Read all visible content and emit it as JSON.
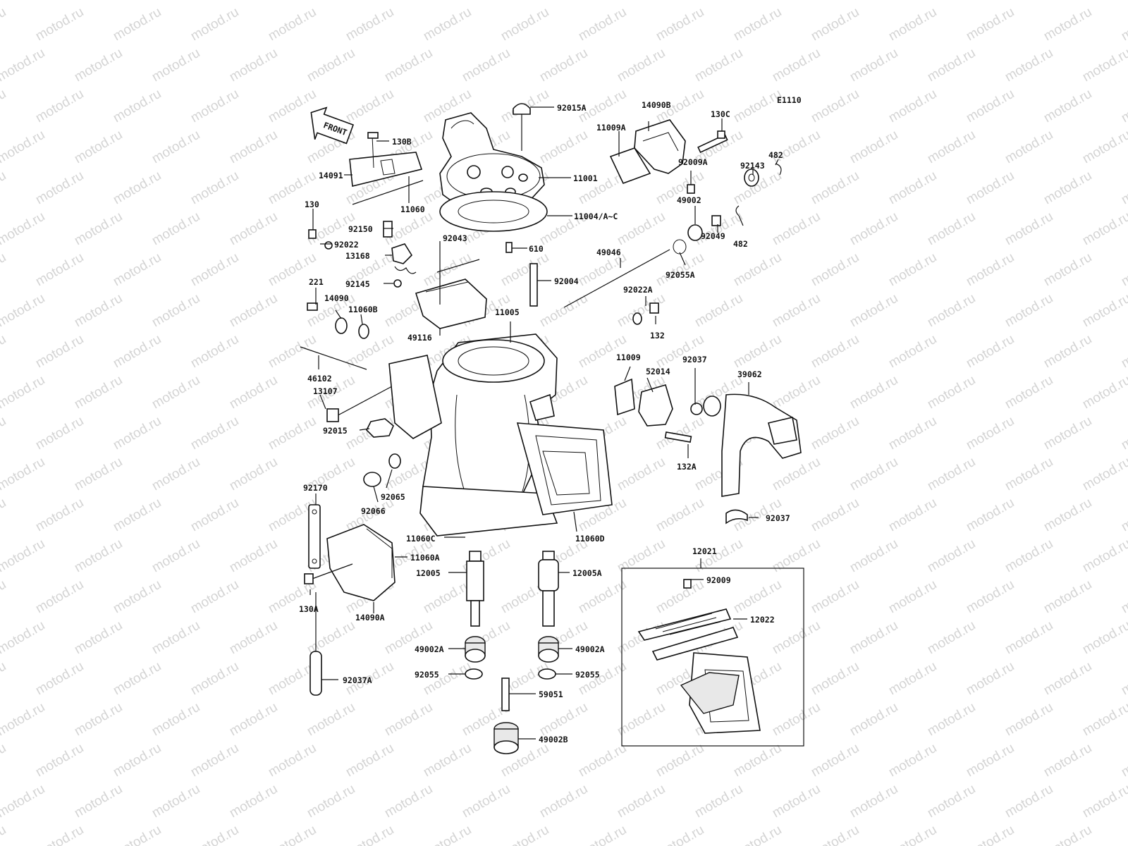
{
  "diagram_code": "E1110",
  "front_label": "FRONT",
  "watermark": "motod.ru",
  "parts": [
    {
      "id": "p-92015A",
      "label": "92015A"
    },
    {
      "id": "p-14090B",
      "label": "14090B"
    },
    {
      "id": "p-130C",
      "label": "130C"
    },
    {
      "id": "p-11009A",
      "label": "11009A"
    },
    {
      "id": "p-130B",
      "label": "130B"
    },
    {
      "id": "p-14091",
      "label": "14091"
    },
    {
      "id": "p-11001",
      "label": "11001"
    },
    {
      "id": "p-482a",
      "label": "482"
    },
    {
      "id": "p-92143",
      "label": "92143"
    },
    {
      "id": "p-92009A",
      "label": "92009A"
    },
    {
      "id": "p-49002",
      "label": "49002"
    },
    {
      "id": "p-11060",
      "label": "11060"
    },
    {
      "id": "p-11004",
      "label": "11004/A~C"
    },
    {
      "id": "p-130",
      "label": "130"
    },
    {
      "id": "p-92150",
      "label": "92150"
    },
    {
      "id": "p-92022",
      "label": "92022"
    },
    {
      "id": "p-92043",
      "label": "92043"
    },
    {
      "id": "p-92049",
      "label": "92049"
    },
    {
      "id": "p-482b",
      "label": "482"
    },
    {
      "id": "p-13168",
      "label": "13168"
    },
    {
      "id": "p-610",
      "label": "610"
    },
    {
      "id": "p-49046",
      "label": "49046"
    },
    {
      "id": "p-92055A",
      "label": "92055A"
    },
    {
      "id": "p-92145",
      "label": "92145"
    },
    {
      "id": "p-92004",
      "label": "92004"
    },
    {
      "id": "p-221",
      "label": "221"
    },
    {
      "id": "p-92022A",
      "label": "92022A"
    },
    {
      "id": "p-14090",
      "label": "14090"
    },
    {
      "id": "p-11060B",
      "label": "11060B"
    },
    {
      "id": "p-11005",
      "label": "11005"
    },
    {
      "id": "p-132",
      "label": "132"
    },
    {
      "id": "p-49116",
      "label": "49116"
    },
    {
      "id": "p-11009",
      "label": "11009"
    },
    {
      "id": "p-92037a",
      "label": "92037"
    },
    {
      "id": "p-39062",
      "label": "39062"
    },
    {
      "id": "p-46102",
      "label": "46102"
    },
    {
      "id": "p-52014",
      "label": "52014"
    },
    {
      "id": "p-13107",
      "label": "13107"
    },
    {
      "id": "p-92015",
      "label": "92015"
    },
    {
      "id": "p-132A",
      "label": "132A"
    },
    {
      "id": "p-92170",
      "label": "92170"
    },
    {
      "id": "p-92065",
      "label": "92065"
    },
    {
      "id": "p-92066",
      "label": "92066"
    },
    {
      "id": "p-92037b",
      "label": "92037"
    },
    {
      "id": "p-11060C",
      "label": "11060C"
    },
    {
      "id": "p-11060D",
      "label": "11060D"
    },
    {
      "id": "p-12021",
      "label": "12021"
    },
    {
      "id": "p-11060A",
      "label": "11060A"
    },
    {
      "id": "p-12005",
      "label": "12005"
    },
    {
      "id": "p-12005A",
      "label": "12005A"
    },
    {
      "id": "p-92009",
      "label": "92009"
    },
    {
      "id": "p-130A",
      "label": "130A"
    },
    {
      "id": "p-14090A",
      "label": "14090A"
    },
    {
      "id": "p-12022",
      "label": "12022"
    },
    {
      "id": "p-49002Aa",
      "label": "49002A"
    },
    {
      "id": "p-49002Ab",
      "label": "49002A"
    },
    {
      "id": "p-92055a",
      "label": "92055"
    },
    {
      "id": "p-92055b",
      "label": "92055"
    },
    {
      "id": "p-92037A",
      "label": "92037A"
    },
    {
      "id": "p-59051",
      "label": "59051"
    },
    {
      "id": "p-49002B",
      "label": "49002B"
    }
  ]
}
